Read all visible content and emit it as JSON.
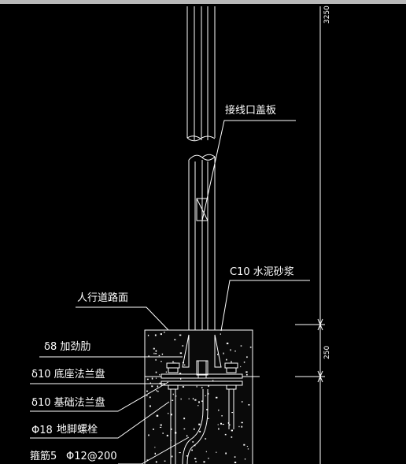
{
  "labels": {
    "cover_plate": "接线口盖板",
    "mortar": "C10 水泥砂浆",
    "sidewalk": "人行道路面",
    "rib": "δ8 加劲肋",
    "base_flange": "δ10 底座法兰盘",
    "foundation_flange": "δ10 基础法兰盘",
    "anchor_diameter": "Φ18",
    "anchor_bolt": "地脚螺栓",
    "rebar_prefix": "箍筋5",
    "rebar_spec": "Φ12@200"
  },
  "dimensions": {
    "top_height": "3250",
    "base_height": "250"
  },
  "colors": {
    "background": "#000000",
    "line": "#ffffff",
    "concrete_fill": "#0a0a0a"
  }
}
